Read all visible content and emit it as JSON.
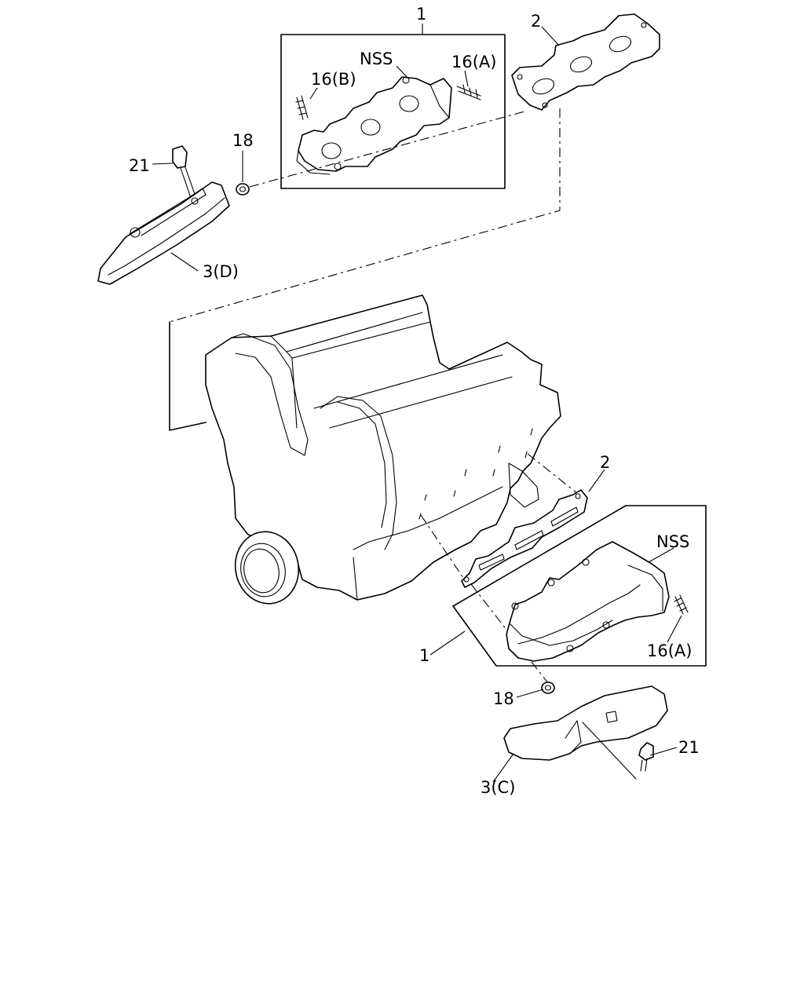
{
  "labels": {
    "top_1": "1",
    "top_2": "2",
    "top_nss": "NSS",
    "top_16a": "16(A)",
    "top_16b": "16(B)",
    "top_18": "18",
    "top_21": "21",
    "top_3d": "3(D)",
    "bot_2": "2",
    "bot_nss": "NSS",
    "bot_1": "1",
    "bot_16a": "16(A)",
    "bot_18": "18",
    "bot_21": "21",
    "bot_3c": "3(C)"
  }
}
